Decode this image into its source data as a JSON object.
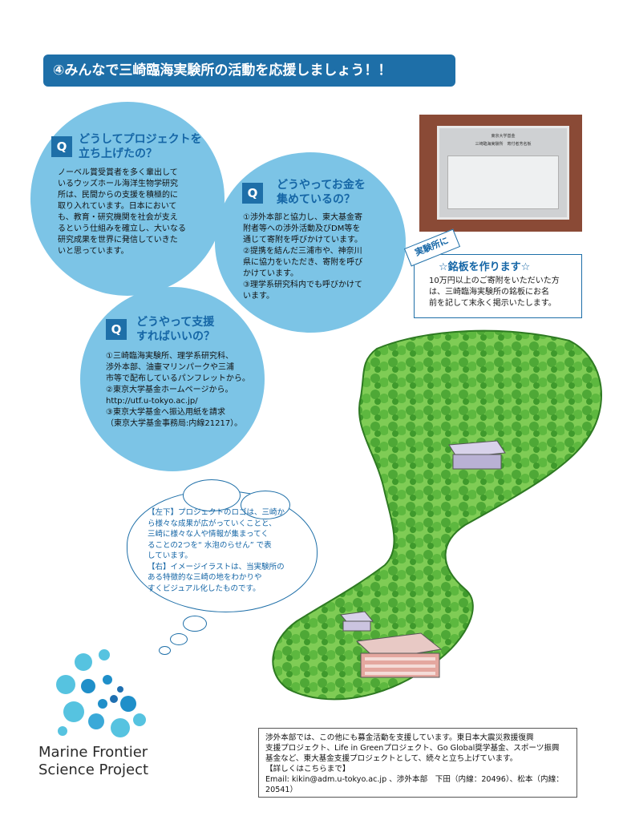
{
  "banner": {
    "title": "④みんなで三崎臨海実験所の活動を応援しましょう！！"
  },
  "q1": {
    "mark": "Q",
    "title_line1": "どうしてプロジェクトを",
    "title_line2": "立ち上げたの？",
    "body": [
      "ノーベル賞受賞者を多く輩出して",
      "いるウッズホール海洋生物学研究",
      "所は、民間からの支援を積極的に",
      "取り入れています。日本において",
      "も、教育・研究機関を社会が支え",
      "るという仕組みを確立し、大いなる",
      "研究成果を世界に発信していきた",
      "いと思っています。"
    ]
  },
  "q2": {
    "mark": "Q",
    "title_line1": "どうやってお金を",
    "title_line2": "集めているの？",
    "body": [
      "①渉外本部と協力し、東大基金寄",
      "附者等への渉外活動及びDM等を",
      "通じて寄附を呼びかけています。",
      "②提携を結んだ三浦市や、神奈川",
      "県に協力をいただき、寄附を呼び",
      "かけています。",
      "③理学系研究科内でも呼びかけて",
      "います。"
    ]
  },
  "q3": {
    "mark": "Q",
    "title_line1": "どうやって支援",
    "title_line2": "すればいいの？",
    "body": [
      "①三崎臨海実験所、理学系研究科、",
      "渉外本部、油壷マリンパークや三浦",
      "市等で配布しているパンフレットから。",
      "②東京大学基金ホームページから。",
      "http://utf.u-tokyo.ac.jp/",
      "③東京大学基金へ振込用紙を請求",
      "（東京大学基金事務局:内線21217）。"
    ]
  },
  "plaque": {
    "line1": "東京大学基金",
    "line2": "三崎臨海実験所　寄付者芳名板"
  },
  "plate_info": {
    "tag": "実験所に",
    "title": "☆銘板を作ります☆",
    "body": [
      "10万円以上のご寄附をいただいた方",
      "は、三崎臨海実験所の銘板にお名",
      "前を記して末永く掲示いたします。"
    ]
  },
  "cloud": {
    "lines": [
      "【左下】プロジェクトのロゴは、三崎か",
      "ら様々な成果が広がっていくことと、",
      "三崎に様々な人や情報が集まってく",
      "ることの2つを“ 水泡のらせん” で表",
      "しています。",
      "【右】イメージイラストは、当実験所の",
      "ある特徴的な三崎の地をわかりや",
      "すくビジュアル化したものです。"
    ]
  },
  "logo": {
    "line1": "Marine Frontier",
    "line2": "Science Project"
  },
  "footer": {
    "lines": [
      "渉外本部では、この他にも募金活動を支援しています。東日本大震災救援復興",
      "支援プロジェクト、Life in Greenプロジェクト、Go Global奨学基金、スポーツ振興",
      "基金など、東大基金支援プロジェクトとして、続々と立ち上げています。",
      "【詳しくはこちらまで】",
      "Email: kikin@adm.u-tokyo.ac.jp 、渉外本部　下田（内線：20496）、松本（内線：20541）"
    ]
  },
  "colors": {
    "accent": "#1e6fa8",
    "bubble": "#7cc4e6",
    "forest": "#6cbf4a"
  }
}
